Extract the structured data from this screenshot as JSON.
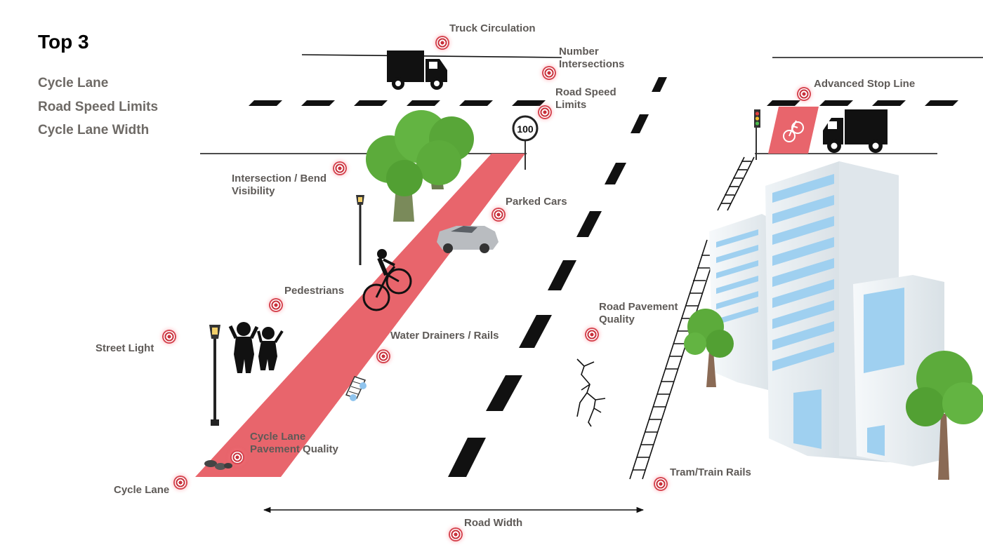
{
  "panel": {
    "heading": "Top 3",
    "top_items": [
      "Cycle Lane",
      "Road Speed Limits",
      "Cycle Lane Width"
    ]
  },
  "scene": {
    "speed_sign": "100",
    "labels": {
      "truck_circulation": "Truck Circulation",
      "number_intersections": [
        "Number",
        "Intersections"
      ],
      "road_speed_limits": [
        "Road Speed",
        "Limits"
      ],
      "advanced_stop_line": "Advanced Stop Line",
      "intersection_bend_visibility": [
        "Intersection / Bend",
        "Visibility"
      ],
      "parked_cars": "Parked Cars",
      "pedestrians": "Pedestrians",
      "road_pavement_quality": [
        "Road Pavement",
        "Quality"
      ],
      "street_light": "Street Light",
      "water_drainers_rails": "Water Drainers / Rails",
      "cycle_lane_pavement_quality": [
        "Cycle Lane",
        "Pavement Quality"
      ],
      "cycle_lane": "Cycle Lane",
      "tram_train_rails": "Tram/Train Rails",
      "road_width": "Road Width"
    }
  },
  "colors": {
    "cycle_lane": "#e8656c",
    "marker": "#c8323c",
    "tree": "#5cab3b",
    "building_glass": "#9fd0f0",
    "label_text": "#5e5a57"
  },
  "icons": [
    "truck-icon",
    "tree-icon",
    "speed-limit-sign-icon",
    "street-lamp-icon",
    "cyclist-icon",
    "parked-car-icon",
    "pedestrians-icon",
    "water-drain-icon",
    "pavement-crack-icon",
    "tram-rails-icon",
    "office-building-icon",
    "traffic-light-icon",
    "bicycle-icon",
    "target-marker-icon"
  ]
}
